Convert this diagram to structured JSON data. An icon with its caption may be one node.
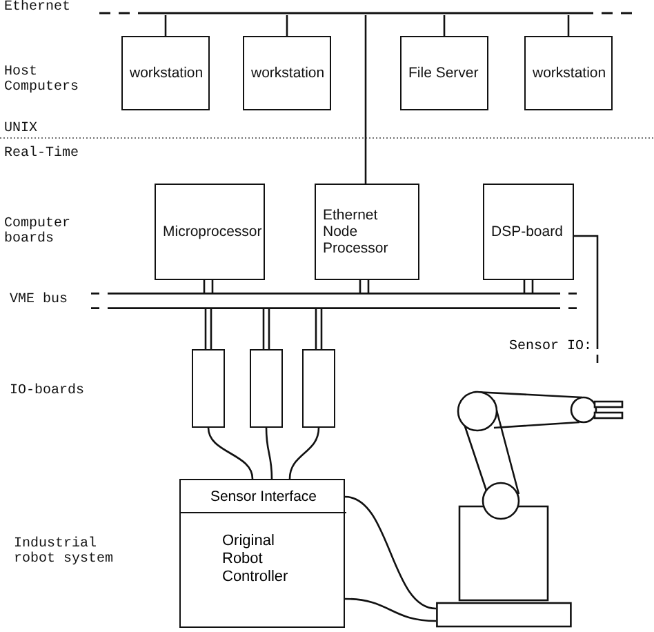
{
  "diagram": {
    "nodes": [
      {
        "text": [
          "Ethernet"
        ]
      },
      {
        "text": [
          "workstation"
        ]
      },
      {
        "text": [
          "workstation"
        ]
      },
      {
        "text": [
          "File Server"
        ]
      },
      {
        "text": [
          "workstation"
        ]
      },
      {
        "text": [
          "Microprocessor"
        ]
      },
      {
        "text": [
          "Ethernet Node Processor"
        ]
      },
      {
        "text": [
          "DSP-board"
        ]
      },
      {
        "text": [
          "VME bus"
        ]
      },
      {
        "text": [],
        "shape": "box"
      },
      {
        "text": [],
        "shape": "box"
      },
      {
        "text": [],
        "shape": "box"
      },
      {
        "text": [
          "Original Robot Controller"
        ]
      },
      {
        "text": [
          "Sensor Interface"
        ],
        "in": 12
      },
      {
        "text": [],
        "shape": "picture"
      }
    ],
    "edges": [
      {
        "from": 0,
        "to": 1,
        "arrow": "none"
      },
      {
        "from": 0,
        "to": 2,
        "arrow": "none"
      },
      {
        "from": 0,
        "to": 3,
        "arrow": "none"
      },
      {
        "from": 0,
        "to": 4,
        "arrow": "none"
      },
      {
        "from": 0,
        "to": 6,
        "arrow": "none"
      },
      {
        "from": 5,
        "to": 8,
        "arrow": "none"
      },
      {
        "from": 6,
        "to": 8,
        "arrow": "none"
      },
      {
        "from": 7,
        "to": 8,
        "arrow": "none"
      },
      {
        "from": 8,
        "to": 9,
        "arrow": "none"
      },
      {
        "from": 8,
        "to": 10,
        "arrow": "none"
      },
      {
        "from": 8,
        "to": 11,
        "arrow": "none"
      },
      {
        "from": 9,
        "to": 13,
        "arrow": "none"
      },
      {
        "from": 10,
        "to": 13,
        "arrow": "none"
      },
      {
        "from": 11,
        "to": 13,
        "arrow": "none"
      },
      {
        "from": 13,
        "to": 14,
        "arrow": "none"
      },
      {
        "from": 12,
        "to": 14,
        "arrow": "none"
      },
      {
        "from": 7,
        "to": null,
        "label": "Sensor IO:",
        "arrow": "none"
      }
    ],
    "labels": [
      "Host Computers",
      "UNIX",
      "Real-Time",
      "Computer boards",
      "IO-boards",
      "Industrial robot system"
    ]
  }
}
